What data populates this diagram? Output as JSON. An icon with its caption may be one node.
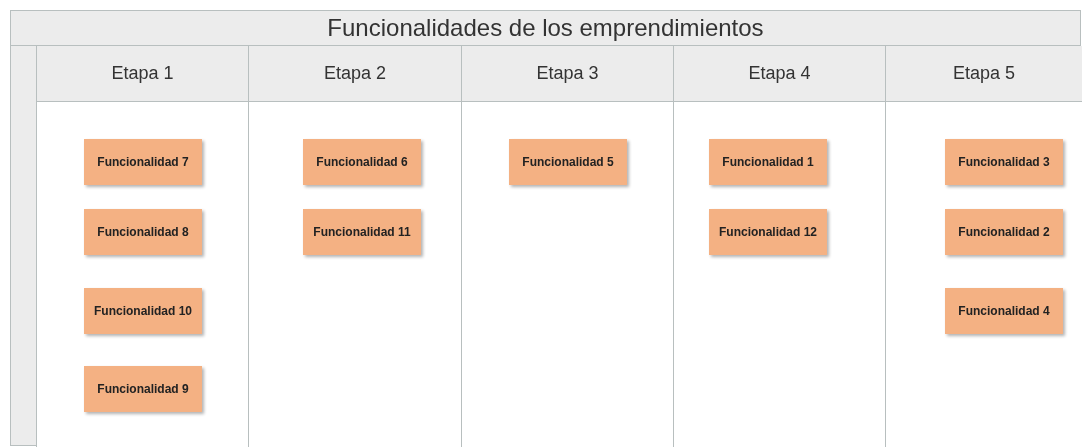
{
  "diagram": {
    "nodes": [
      {
        "text": [
          "Funcionalidades de los emprendimientos"
        ]
      },
      {
        "text": [
          "Etapa 1"
        ],
        "in": 0
      },
      {
        "text": [
          "Etapa 2"
        ],
        "in": 0
      },
      {
        "text": [
          "Etapa 3"
        ],
        "in": 0
      },
      {
        "text": [
          "Etapa 4"
        ],
        "in": 0
      },
      {
        "text": [
          "Etapa 5"
        ],
        "in": 0
      },
      {
        "text": [
          "Funcionalidad 7"
        ],
        "in": 1
      },
      {
        "text": [
          "Funcionalidad 8"
        ],
        "in": 1
      },
      {
        "text": [
          "Funcionalidad 10"
        ],
        "in": 1
      },
      {
        "text": [
          "Funcionalidad 9"
        ],
        "in": 1
      },
      {
        "text": [
          "Funcionalidad 6"
        ],
        "in": 2
      },
      {
        "text": [
          "Funcionalidad 11"
        ],
        "in": 2
      },
      {
        "text": [
          "Funcionalidad 5"
        ],
        "in": 3
      },
      {
        "text": [
          "Funcionalidad 1"
        ],
        "in": 4
      },
      {
        "text": [
          "Funcionalidad 12"
        ],
        "in": 4
      },
      {
        "text": [
          "Funcionalidad 3"
        ],
        "in": 5
      },
      {
        "text": [
          "Funcionalidad 2"
        ],
        "in": 5
      },
      {
        "text": [
          "Funcionalidad 4"
        ],
        "in": 5
      }
    ]
  }
}
